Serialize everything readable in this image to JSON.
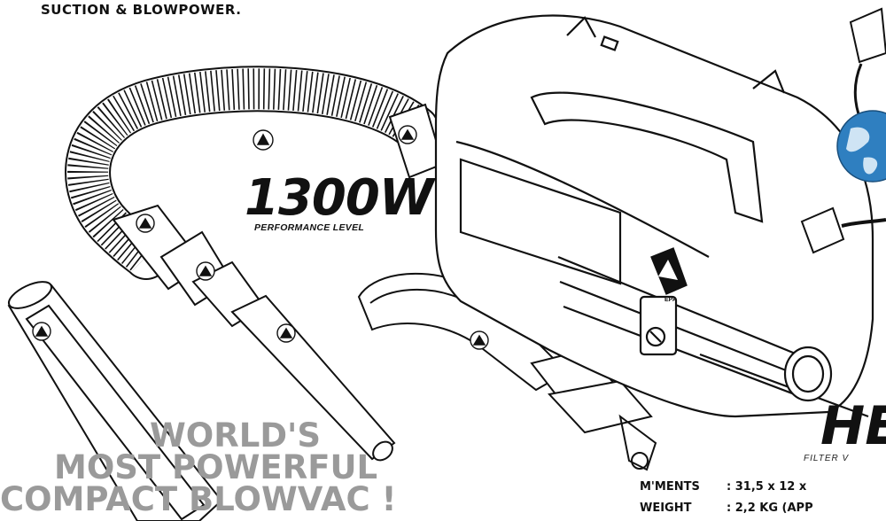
{
  "headline": "SUCTION & BLOWPOWER.",
  "power": {
    "value": "1300W",
    "caption": "PERFORMANCE LEVEL"
  },
  "slogan": [
    "WORLD'S",
    "MOST POWERFUL",
    "COMPACT BLOWVAC !"
  ],
  "brand": {
    "mark": "HE",
    "caption": "FILTER V"
  },
  "specs": [
    {
      "label": "M'MENTS",
      "value": ": 31,5 x 12 x "
    },
    {
      "label": "WEIGHT",
      "value": ": 2,2 KG (APP"
    }
  ],
  "badges": {
    "esd": "EPA"
  },
  "colors": {
    "line": "#111111",
    "slogan": "#9a9a9a",
    "globe": "#2f7fc0"
  }
}
